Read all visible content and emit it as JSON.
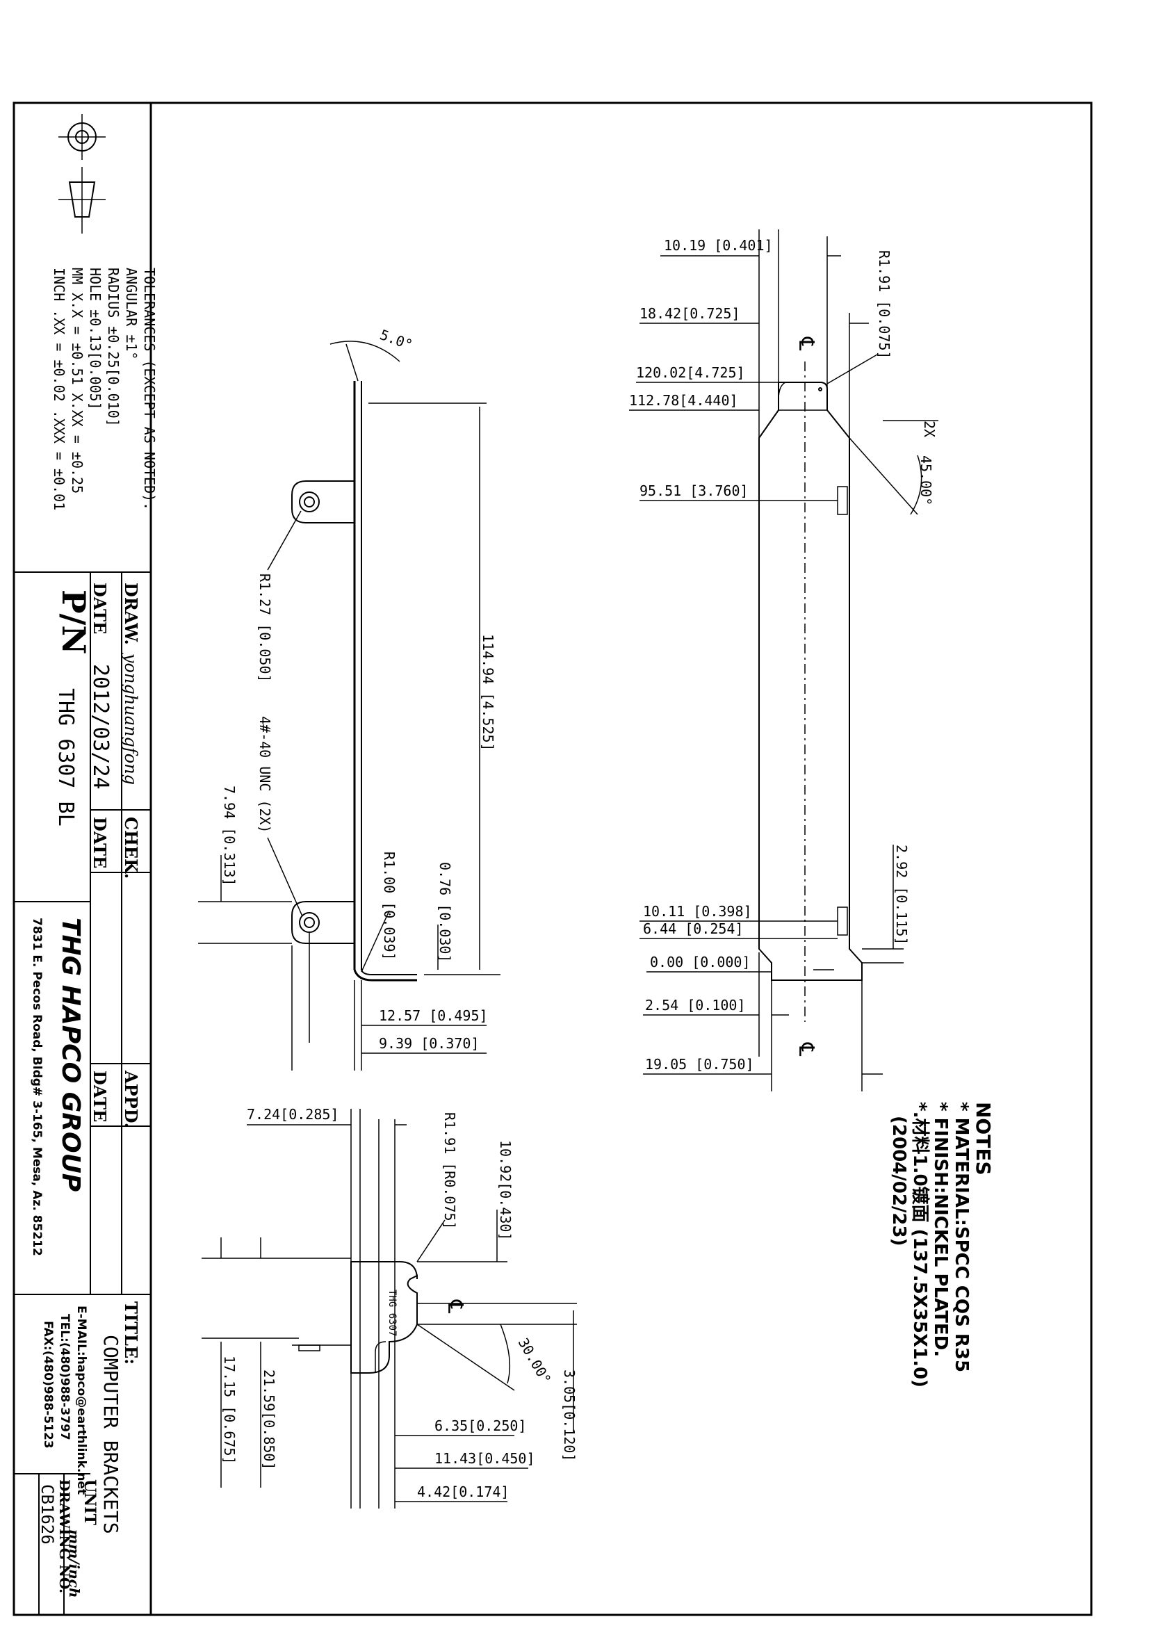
{
  "tolerances": {
    "title": "TOLERANCES (EXCEPT AS NOTED):",
    "angular": "ANGULAR ±1°",
    "radius": "RADIUS ±0.25[0.010]",
    "hole": "HOLE ±0.13[0.005]",
    "mm": "MM X.X = ±0.51 X.XX = ±0.25",
    "inch": "INCH .XX = ±0.02 .XXX = ±0.01"
  },
  "title_block": {
    "draw_label": "DRAW.",
    "drawer": "yonghuangfong",
    "date_label": "DATE",
    "draw_date": "2012/03/24",
    "check_label": "CHEK.",
    "check_date_label": "DATE",
    "appd_label": "APPD.",
    "appd_date_label": "DATE",
    "pn_label": "P/N",
    "pn_value": "THG 6307 BL",
    "company": "THG HAPCO GROUP",
    "address": "7831 E. Pecos Road, Bldg# 3-165, Mesa, Az. 85212",
    "email": "E-MAIL:hapco@earthlink.net",
    "tel": "TEL:(480)988-3797",
    "fax": "FAX:(480)988-5123",
    "title_label": "TITLE:",
    "title_value": "COMPUTER BRACKETS",
    "unit_label": "UNIT",
    "unit_value": "mm/inch",
    "drawing_label": "DRAWING NO.",
    "drawing_value": "CB1626"
  },
  "notes": {
    "heading": "NOTES",
    "line1": "* MATERIAL:SPCC CQS R35",
    "line2": "* FINISH:NICKEL PLATED.",
    "line3": "*.材料1.0镀面 (137.5X35X1.0)",
    "line4": "(2004/02/23)"
  },
  "side_view": {
    "angle": "5.0°",
    "overall": "114.94 [4.525]",
    "radius_tab": "R1.27 [0.050]",
    "thread": "4#-40 UNC (2X)",
    "tab_offset": "7.94 [0.313]",
    "bend_radius": "R1.00 [0.039]",
    "thickness": "0.76 [0.030]",
    "d1": "12.57 [0.495]",
    "d2": "9.39 [0.370]"
  },
  "top_view": {
    "d1": "10.19 [0.401]",
    "r1": "R1.91 [0.075]",
    "d2": "18.42[0.725]",
    "d3": "120.02[4.725]",
    "d4": "112.78[4.440]",
    "chamfer_count": "2X",
    "chamfer_angle": "45.00°",
    "d5": "95.51 [3.760]",
    "d6": "2.92 [0.115]",
    "d7": "10.11 [0.398]",
    "d8": "6.44 [0.254]",
    "d9": "0.00 [0.000]",
    "d10": "2.54 [0.100]",
    "d11": "19.05 [0.750]",
    "cl": "℄"
  },
  "end_view": {
    "d1": "7.24[0.285]",
    "r1": "R1.91 [R0.075]",
    "d2": "10.92[0.430]",
    "stamp": "THG 6307",
    "angle": "30.00°",
    "d3": "3.05[0.120]",
    "d4": "17.15 [0.675]",
    "d5": "21.59[0.850]",
    "d6": "6.35[0.250]",
    "d7": "11.43[0.450]",
    "d8": "4.42[0.174]",
    "cl": "℄"
  }
}
